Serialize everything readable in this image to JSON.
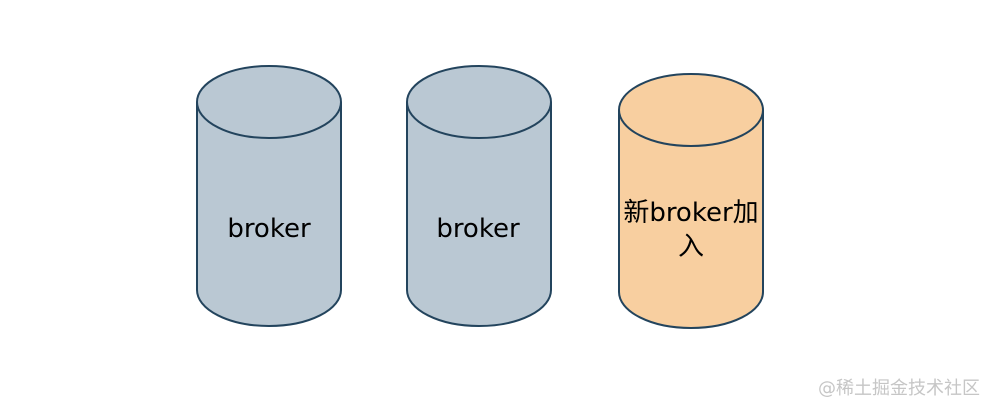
{
  "diagram": {
    "nodes": [
      {
        "label": "broker",
        "fill": "#bac8d3",
        "stroke": "#23445d"
      },
      {
        "label": "broker",
        "fill": "#bac8d3",
        "stroke": "#23445d"
      },
      {
        "label": "新broker加入",
        "fill": "#f8cfa0",
        "stroke": "#23445d"
      }
    ]
  },
  "watermark": "@稀土掘金技术社区"
}
